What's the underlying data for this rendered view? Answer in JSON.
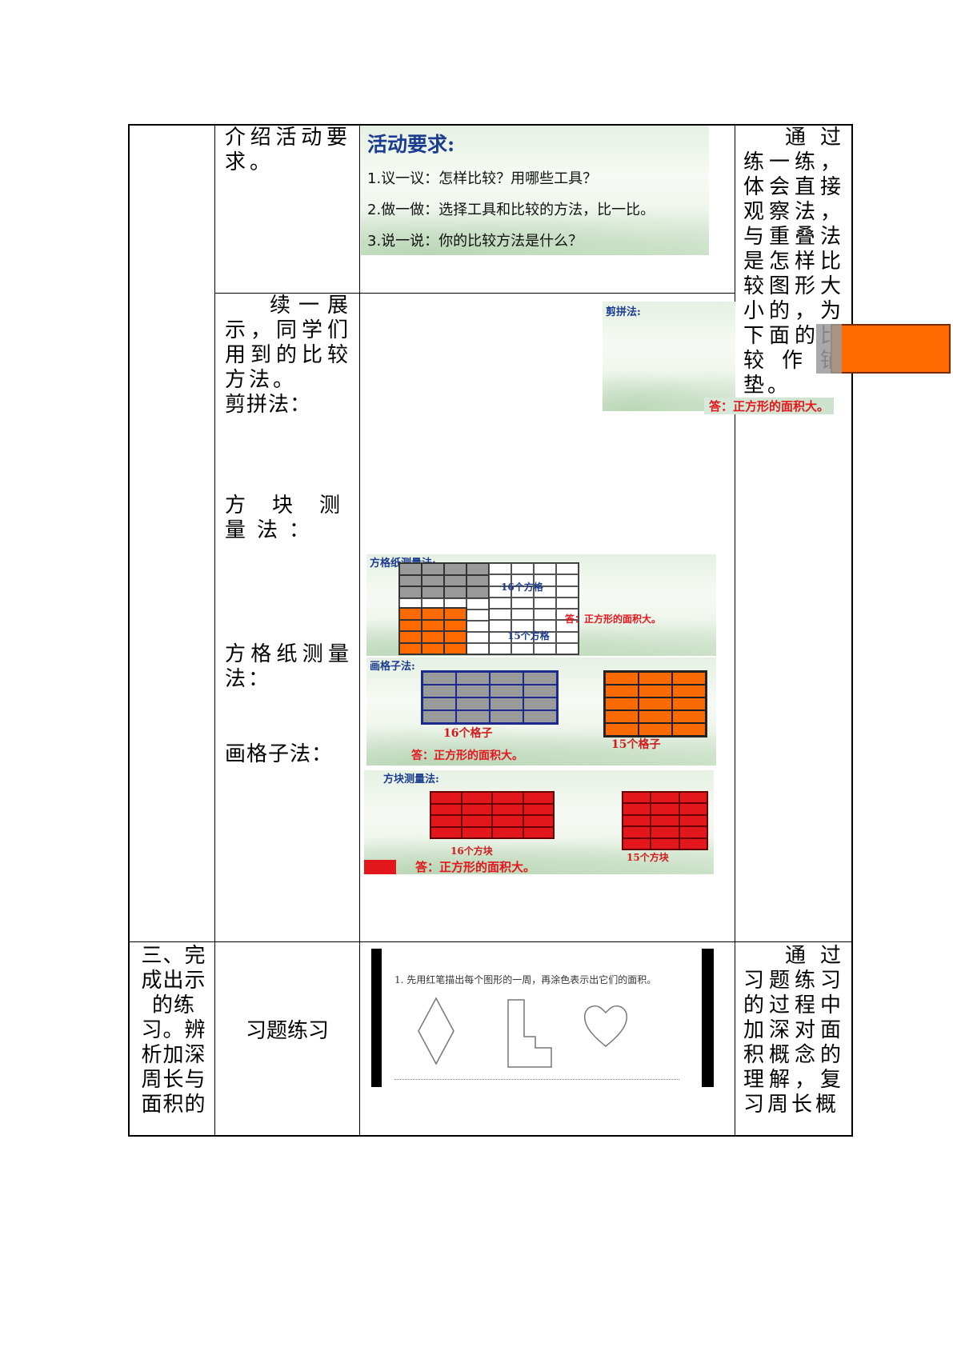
{
  "colors": {
    "orange": "#ff6a00",
    "gray": "#9a9a9a",
    "red": "#e3161c",
    "navy": "#1b3c8f",
    "border": "#000000"
  },
  "row1": {
    "col2_text": "介绍活动要求。",
    "slide": {
      "title": "活动要求:",
      "items": [
        "1.议一议：怎样比较？用哪些工具？",
        "2.做一做：选择工具和比较的方法，比一比。",
        "3.说一说：你的比较方法是什么？"
      ]
    },
    "col4_text": "通过练一练，体会直接观察法，与重叠法是怎样比较图形大小的，为下面的比较作铺垫。"
  },
  "row2": {
    "intro": "续一展示，同学们用到的比较方法。",
    "labels": {
      "cut": "剪拼法：",
      "block": "方块测量法：",
      "paper": "方格纸测量法：",
      "draw": "画格子法："
    },
    "slide_cut": {
      "title": "剪拼法:",
      "answer": "答：正方形的面积大。"
    },
    "slide_paper": {
      "title": "方格纸测量法:",
      "count_a": "16个方格",
      "count_b": "15个方格",
      "answer": "答：正方形的面积大。"
    },
    "slide_draw": {
      "title": "画格子法:",
      "count_a": "16个格子",
      "count_b": "15个格子",
      "answer": "答：正方形的面积大。"
    },
    "slide_block": {
      "title": "方块测量法:",
      "count_a": "16个方块",
      "count_b": "15个方块",
      "answer": "答：正方形的面积大。"
    }
  },
  "row3": {
    "col1_text": "三、完成出示的练习。辨析加深周长与面积的",
    "col2_text": "习题练习",
    "exercise": {
      "prompt": "1. 先用红笔描出每个图形的一周，再涂色表示出它们的面积。",
      "shapes": [
        "diamond-icon",
        "step-shape-icon",
        "heart-icon"
      ]
    },
    "col4_text": "通过习题练习的过程中加深对面积概念的理解，复习周长概"
  }
}
